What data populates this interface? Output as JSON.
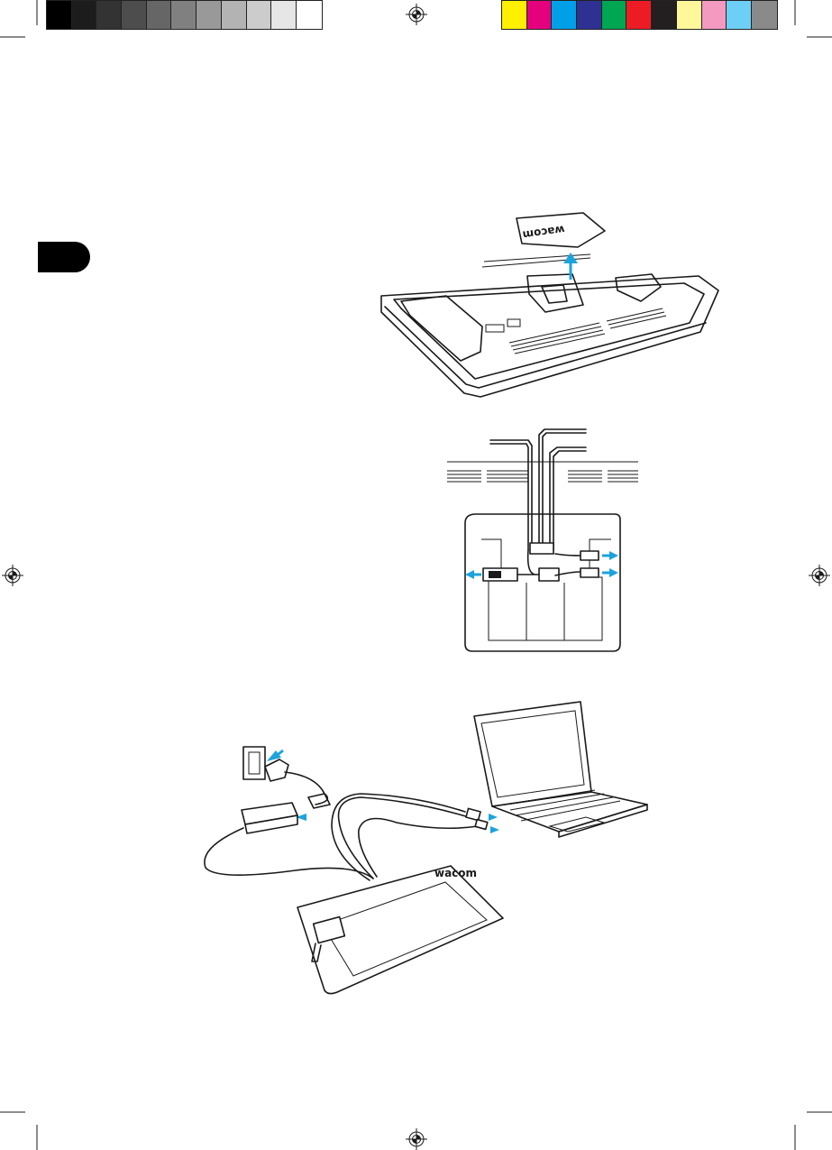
{
  "print_marks": {
    "colorbar_left": [
      "#000000",
      "#1c1c1c",
      "#333333",
      "#4d4d4d",
      "#666666",
      "#808080",
      "#999999",
      "#b3b3b3",
      "#cccccc",
      "#e6e6e6",
      "#ffffff"
    ],
    "colorbar_right": [
      "#ffef00",
      "#e5007e",
      "#00a0e9",
      "#2e3192",
      "#00a651",
      "#ed1c24",
      "#231f20",
      "#fff799",
      "#f49ac1",
      "#6dcff6",
      "#8a8a8a"
    ],
    "registration_icon": "registration-target-icon",
    "accent_color": "#1ba3dc"
  },
  "side_tab": {
    "color": "#000000"
  },
  "illustrations": {
    "step1": {
      "logo_text": "wacom",
      "icon": "up-arrow-icon"
    },
    "step2": {
      "icon": "cable-routing-diagram"
    },
    "step3": {
      "icon": "connection-diagram",
      "device_logo": "wacom"
    }
  }
}
